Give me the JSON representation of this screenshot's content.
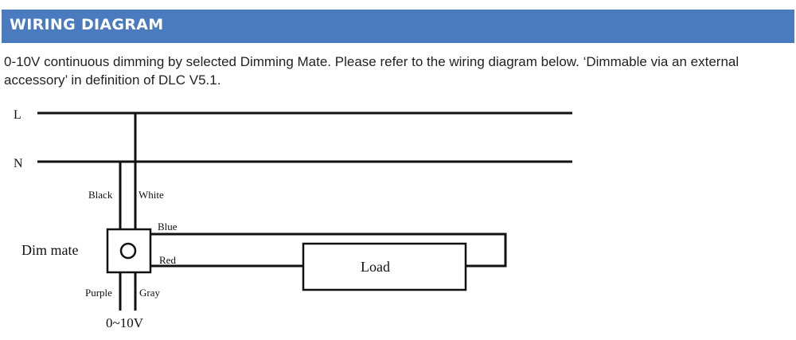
{
  "header": {
    "title": "WIRING DIAGRAM",
    "background_color": "#4a7bbf"
  },
  "description": "0-10V continuous dimming by selected Dimming Mate.  Please refer to the wiring diagram below. ‘Dimmable via an external accessory’ in definition of DLC V5.1.",
  "diagram": {
    "line_l_label": "L",
    "line_n_label": "N",
    "wire_black": "Black",
    "wire_white": "White",
    "wire_blue": "Blue",
    "wire_red": "Red",
    "wire_purple": "Purple",
    "wire_gray": "Gray",
    "dim_mate_label": "Dim mate",
    "load_label": "Load",
    "control_label": "0~10V"
  }
}
